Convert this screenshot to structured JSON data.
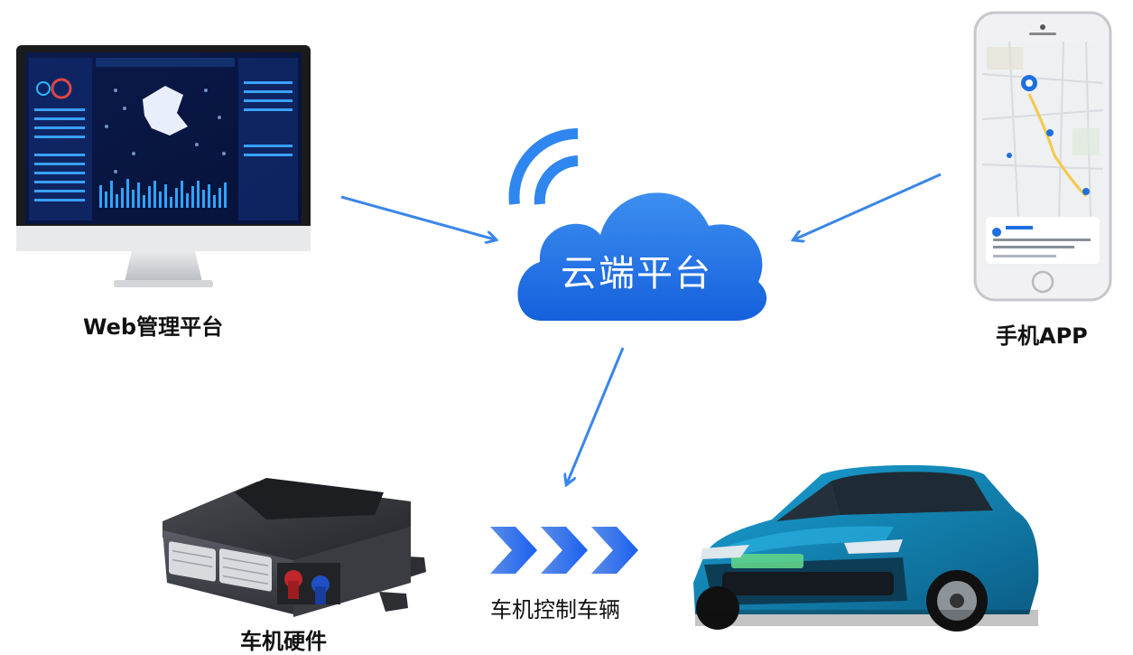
{
  "cloud": {
    "label": "云端平台"
  },
  "web": {
    "label": "Web管理平台"
  },
  "app": {
    "label": "手机APP"
  },
  "hardware": {
    "label": "车机硬件"
  },
  "control": {
    "label": "车机控制车辆"
  },
  "colors": {
    "arrow": "#3a86e8",
    "cloud": "#1f6fe6",
    "chevron": "#2f7df0"
  },
  "icons": [
    "monitor-icon",
    "phone-icon",
    "cloud-icon",
    "signal-icon",
    "device-icon",
    "car-icon",
    "chevrons-icon"
  ]
}
